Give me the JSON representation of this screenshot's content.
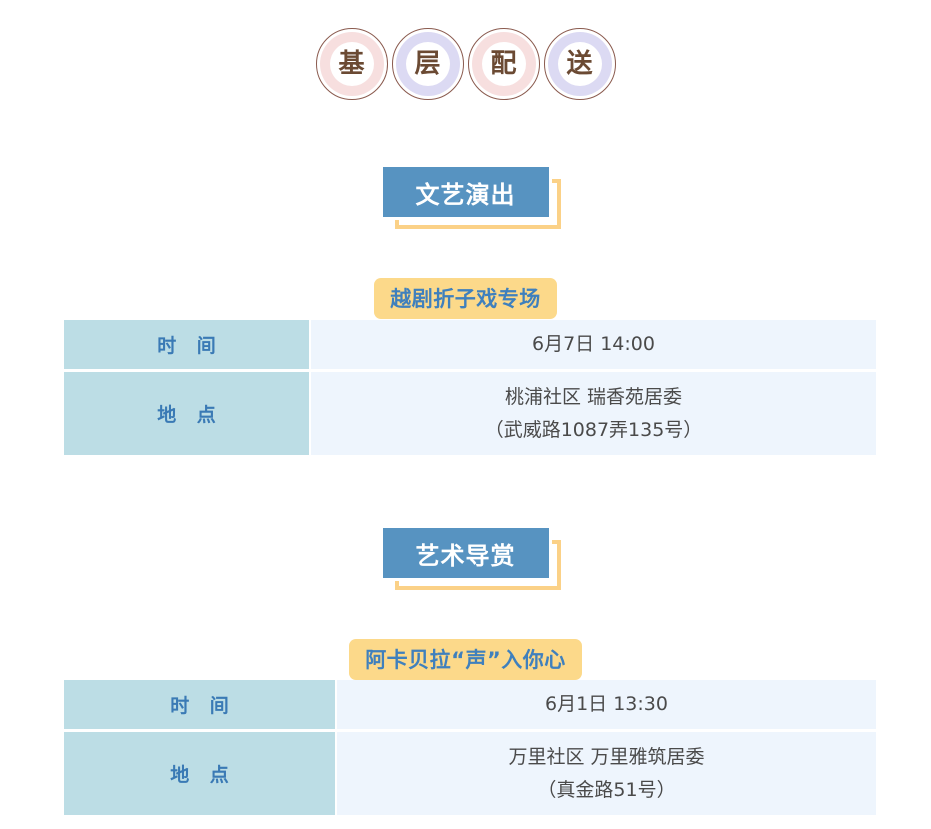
{
  "badges": [
    {
      "char": "基",
      "tone": "pink",
      "name": "badge-ji"
    },
    {
      "char": "层",
      "tone": "lilac",
      "name": "badge-ceng"
    },
    {
      "char": "配",
      "tone": "pink",
      "name": "badge-pei"
    },
    {
      "char": "送",
      "tone": "lilac",
      "name": "badge-song"
    }
  ],
  "colors": {
    "banner_blue": "#5793c1",
    "banner_frame_yellow": "#fbd187",
    "pill_amber": "#fcd98a",
    "pill_text_blue": "#3f80bd",
    "label_cell_bg": "#bcdde5",
    "value_cell_bg": "#eef5fd",
    "label_text_blue": "#3a7ab5",
    "badge_border_brown": "#8a5a4e",
    "badge_pink_ring": "#f7dfdf",
    "badge_lilac_ring": "#dcdaf3",
    "badge_glyph_brown": "#6b4a33"
  },
  "sections": [
    {
      "banner": "文艺演出",
      "pill": "越剧折子戏专场",
      "rows": [
        {
          "label": "时 间",
          "lines": [
            "6月7日 14:00"
          ]
        },
        {
          "label": "地 点",
          "lines": [
            "桃浦社区 瑞香苑居委",
            "（武威路1087弄135号）"
          ]
        }
      ]
    },
    {
      "banner": "艺术导赏",
      "pill": "阿卡贝拉“声”入你心",
      "rows": [
        {
          "label": "时 间",
          "lines": [
            "6月1日 13:30"
          ]
        },
        {
          "label": "地 点",
          "lines": [
            "万里社区 万里雅筑居委",
            "（真金路51号）"
          ]
        }
      ]
    }
  ]
}
